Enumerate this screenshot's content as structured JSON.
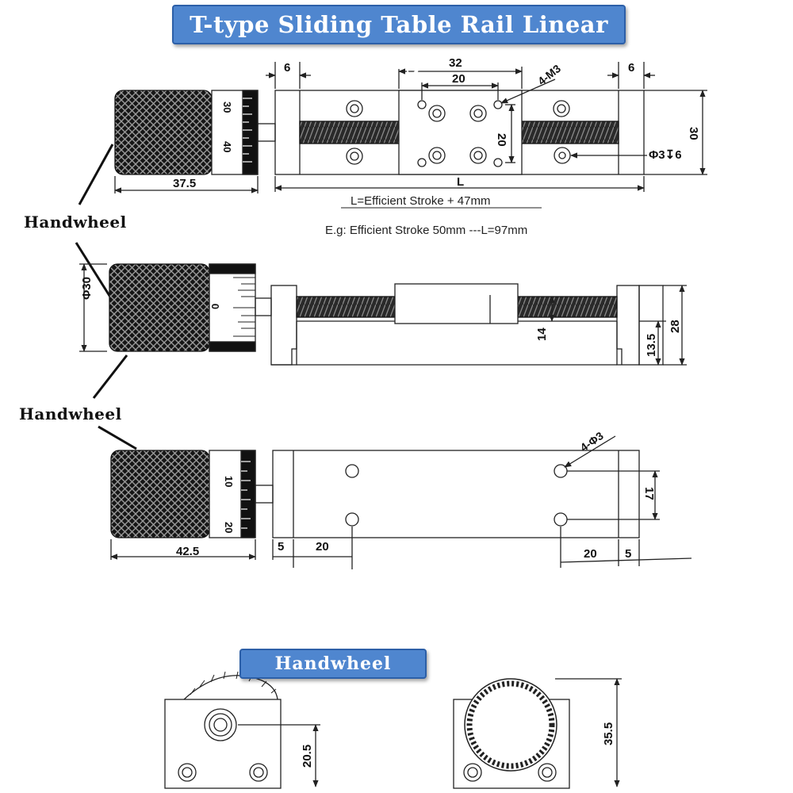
{
  "title": "T-type Sliding Table Rail Linear Stage",
  "labels": {
    "handwheel_top": "Handwheel",
    "handwheel_mid": "Handwheel",
    "handwheel_banner": "Handwheel"
  },
  "notes": {
    "formula": "L=Efficient Stroke + 47mm",
    "example": "E.g: Efficient Stroke 50mm ---L=97mm"
  },
  "top_view": {
    "dims": {
      "left_gap": "6",
      "table_width": "32",
      "hole_pitch": "20",
      "tapped_holes": "4-M3",
      "right_gap": "6",
      "hole_vertical": "20",
      "height": "30",
      "counterbore": "Φ3↧6",
      "length": "L",
      "handwheel_length": "37.5"
    },
    "scale_top": "30",
    "scale_bottom": "40"
  },
  "side_view": {
    "dims": {
      "diameter": "Φ30",
      "screw_height": "14",
      "base_height": "13.5",
      "total_height": "28"
    },
    "scale_zero": "0"
  },
  "bottom_view": {
    "dims": {
      "mount_holes": "4-Φ3",
      "hole_spacing": "17",
      "handwheel_length": "42.5",
      "edge_left": "5",
      "offset_left": "20",
      "offset_right": "20",
      "edge_right": "5"
    },
    "scale_top": "10",
    "scale_bottom": "20"
  },
  "end_views": {
    "dims": {
      "axis_height": "20.5",
      "total_height": "35.5"
    }
  },
  "colors": {
    "banner": "#4f86cf",
    "line": "#222222"
  }
}
